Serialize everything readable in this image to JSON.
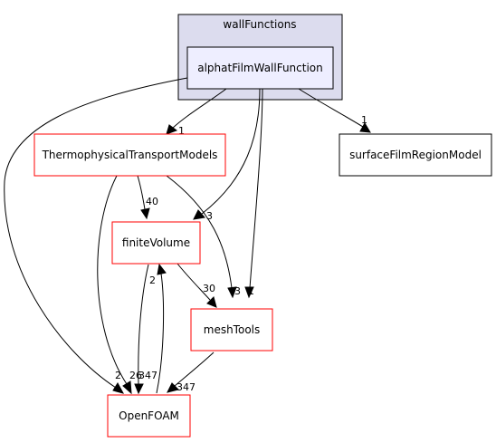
{
  "cluster": {
    "label": "wallFunctions",
    "fill": "#dcdcee",
    "stroke": "#000000"
  },
  "nodes": {
    "alphat": {
      "label": "alphatFilmWallFunction",
      "fill": "#eeeeff",
      "stroke": "#000000"
    },
    "thermo": {
      "label": "ThermophysicalTransportModels",
      "fill": "#ffffff",
      "stroke": "#ff0000"
    },
    "surface": {
      "label": "surfaceFilmRegionModel",
      "fill": "#ffffff",
      "stroke": "#000000"
    },
    "finite": {
      "label": "finiteVolume",
      "fill": "#ffffff",
      "stroke": "#ff0000"
    },
    "mesh": {
      "label": "meshTools",
      "fill": "#ffffff",
      "stroke": "#ff0000"
    },
    "openfoam": {
      "label": "OpenFOAM",
      "fill": "#ffffff",
      "stroke": "#ff0000"
    }
  },
  "edges": {
    "alphat_thermo": "1",
    "alphat_surface": "1",
    "alphat_finite": "3",
    "alphat_mesh": "1",
    "alphat_openfoam": "2",
    "thermo_finite": "40",
    "thermo_mesh": "3",
    "thermo_openfoam": "26",
    "finite_mesh": "30",
    "finite_openfoam": "347",
    "openfoam_finite": "2",
    "mesh_openfoam": "347"
  }
}
